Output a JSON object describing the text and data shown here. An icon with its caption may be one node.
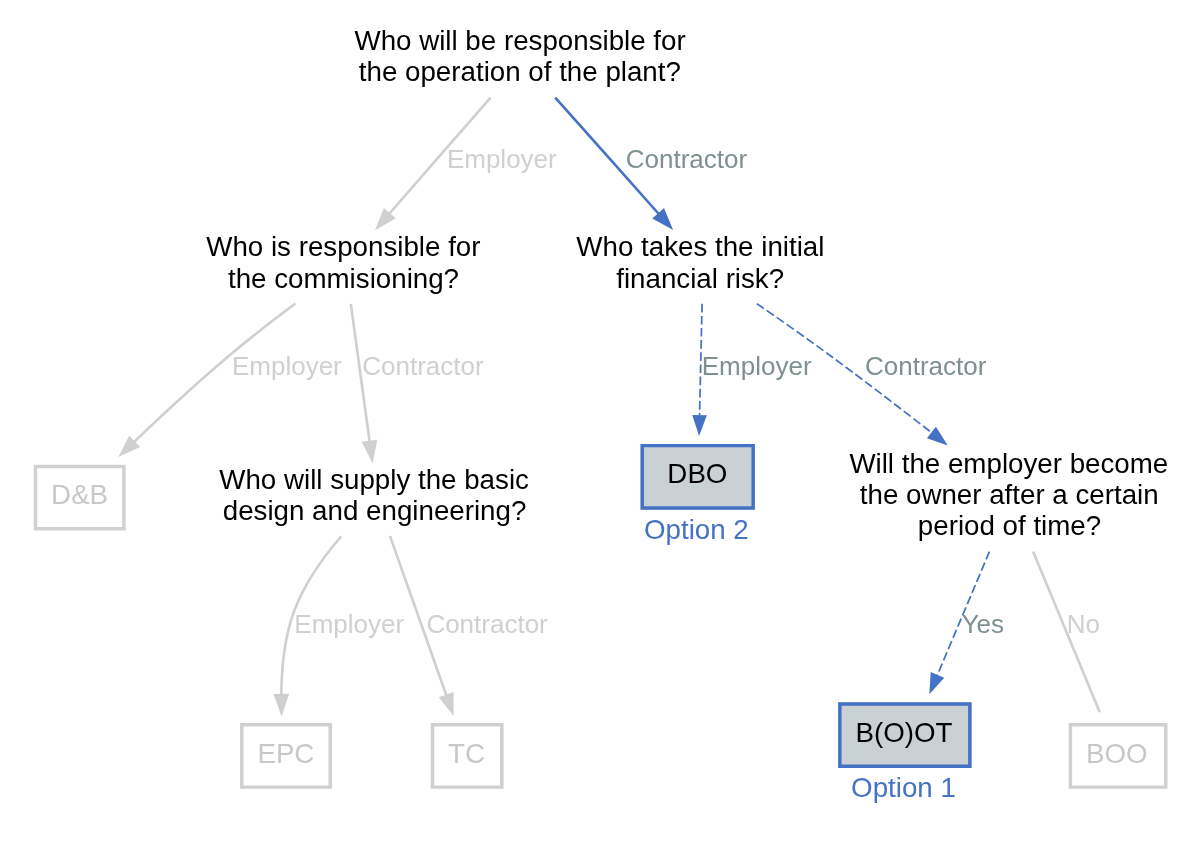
{
  "diagram": {
    "nodes": [
      {
        "text": [
          "Who will be responsible for the operation of the plant?"
        ]
      },
      {
        "text": [
          "Who is responsible for the commisioning?"
        ]
      },
      {
        "text": [
          "Who takes the initial financial risk?"
        ]
      },
      {
        "text": [
          "D&B"
        ]
      },
      {
        "text": [
          "Who will supply the basic design and engineering?"
        ]
      },
      {
        "text": [
          "DBO"
        ],
        "beside": [
          "Option 2"
        ]
      },
      {
        "text": [
          "Will the employer become the owner after a certain period of time?"
        ]
      },
      {
        "text": [
          "EPC"
        ]
      },
      {
        "text": [
          "TC"
        ]
      },
      {
        "text": [
          "B(O)OT"
        ],
        "beside": [
          "Option 1"
        ]
      },
      {
        "text": [
          "BOO"
        ]
      }
    ],
    "edges": [
      {
        "from": 0,
        "to": 1,
        "arrow": "to",
        "label": "Employer",
        "color": "#d0d0d0"
      },
      {
        "from": 0,
        "to": 2,
        "arrow": "to",
        "label": "Contractor",
        "color": "#4472c4"
      },
      {
        "from": 1,
        "to": 3,
        "arrow": "to",
        "label": "Employer",
        "color": "#d0d0d0"
      },
      {
        "from": 1,
        "to": 4,
        "arrow": "to",
        "label": "Contractor",
        "color": "#d0d0d0"
      },
      {
        "from": 2,
        "to": 5,
        "arrow": "to",
        "label": "Employer",
        "style": "dashed",
        "color": "#4472c4"
      },
      {
        "from": 2,
        "to": 6,
        "arrow": "to",
        "label": "Contractor",
        "style": "dashed",
        "color": "#4472c4"
      },
      {
        "from": 4,
        "to": 7,
        "arrow": "to",
        "label": "Employer",
        "color": "#d0d0d0"
      },
      {
        "from": 4,
        "to": 8,
        "arrow": "to",
        "label": "Contractor",
        "color": "#d0d0d0"
      },
      {
        "from": 6,
        "to": 9,
        "arrow": "to",
        "label": "Yes",
        "style": "dashed",
        "color": "#4472c4"
      },
      {
        "from": 6,
        "to": 10,
        "arrow": "none",
        "label": "No",
        "color": "#d0d0d0"
      }
    ]
  }
}
